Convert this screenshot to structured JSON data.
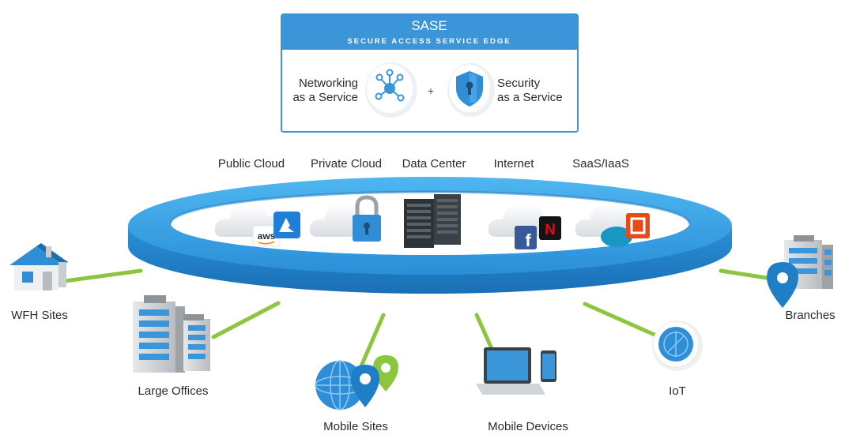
{
  "header": {
    "title": "SASE",
    "subtitle": "SECURE ACCESS SERVICE EDGE",
    "left_service_line1": "Networking",
    "left_service_line2": "as a Service",
    "plus": "+",
    "right_service_line1": "Security",
    "right_service_line2": "as a Service"
  },
  "ring_labels": {
    "public_cloud": "Public Cloud",
    "private_cloud": "Private Cloud",
    "data_center": "Data Center",
    "internet": "Internet",
    "saas_iaas": "SaaS/IaaS"
  },
  "brand_marks": {
    "aws": "aws",
    "facebook": "f",
    "netflix": "N"
  },
  "endpoints": {
    "wfh_sites": "WFH Sites",
    "large_offices": "Large Offices",
    "mobile_sites": "Mobile Sites",
    "mobile_devices": "Mobile Devices",
    "iot": "IoT",
    "branches": "Branches"
  },
  "colors": {
    "primary_blue": "#2e8fd6",
    "light_blue": "#3aa6e8",
    "connector_green": "#8cc63f",
    "text": "#2b2b2b"
  }
}
